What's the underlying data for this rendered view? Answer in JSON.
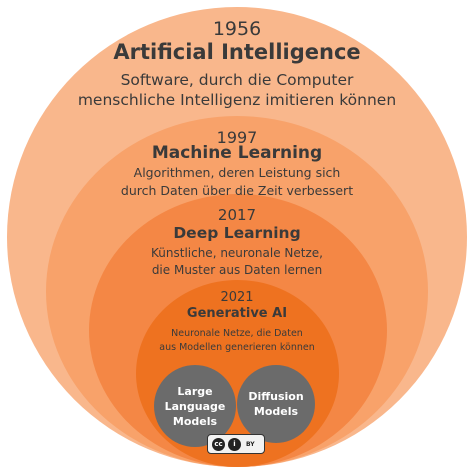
{
  "levels": [
    {
      "year": "1956",
      "title": "Artificial Intelligence",
      "desc": [
        "Software, durch die Computer",
        "menschliche Intelligenz imitieren können"
      ]
    },
    {
      "year": "1997",
      "title": "Machine Learning",
      "desc": [
        "Algorithmen, deren Leistung sich",
        "durch Daten über die Zeit verbessert"
      ]
    },
    {
      "year": "2017",
      "title": "Deep Learning",
      "desc": [
        "Künstliche, neuronale Netze,",
        "die Muster aus Daten lernen"
      ]
    },
    {
      "year": "2021",
      "title": "Generative AI",
      "desc": [
        "Neuronale Netze, die Daten",
        "aus Modellen generieren können"
      ]
    }
  ],
  "inner": [
    {
      "lines": [
        "Large",
        "Language",
        "Models"
      ]
    },
    {
      "lines": [
        "Diffusion",
        "Models"
      ]
    }
  ],
  "license": {
    "cc": "cc",
    "by": "i",
    "label": "BY"
  },
  "colors": {
    "outer": "#f9b78c",
    "ml": "#f8a26a",
    "dl": "#f48745",
    "genai": "#ee7220",
    "inner": "#6b6b6b",
    "text": "#3a3a3a"
  }
}
